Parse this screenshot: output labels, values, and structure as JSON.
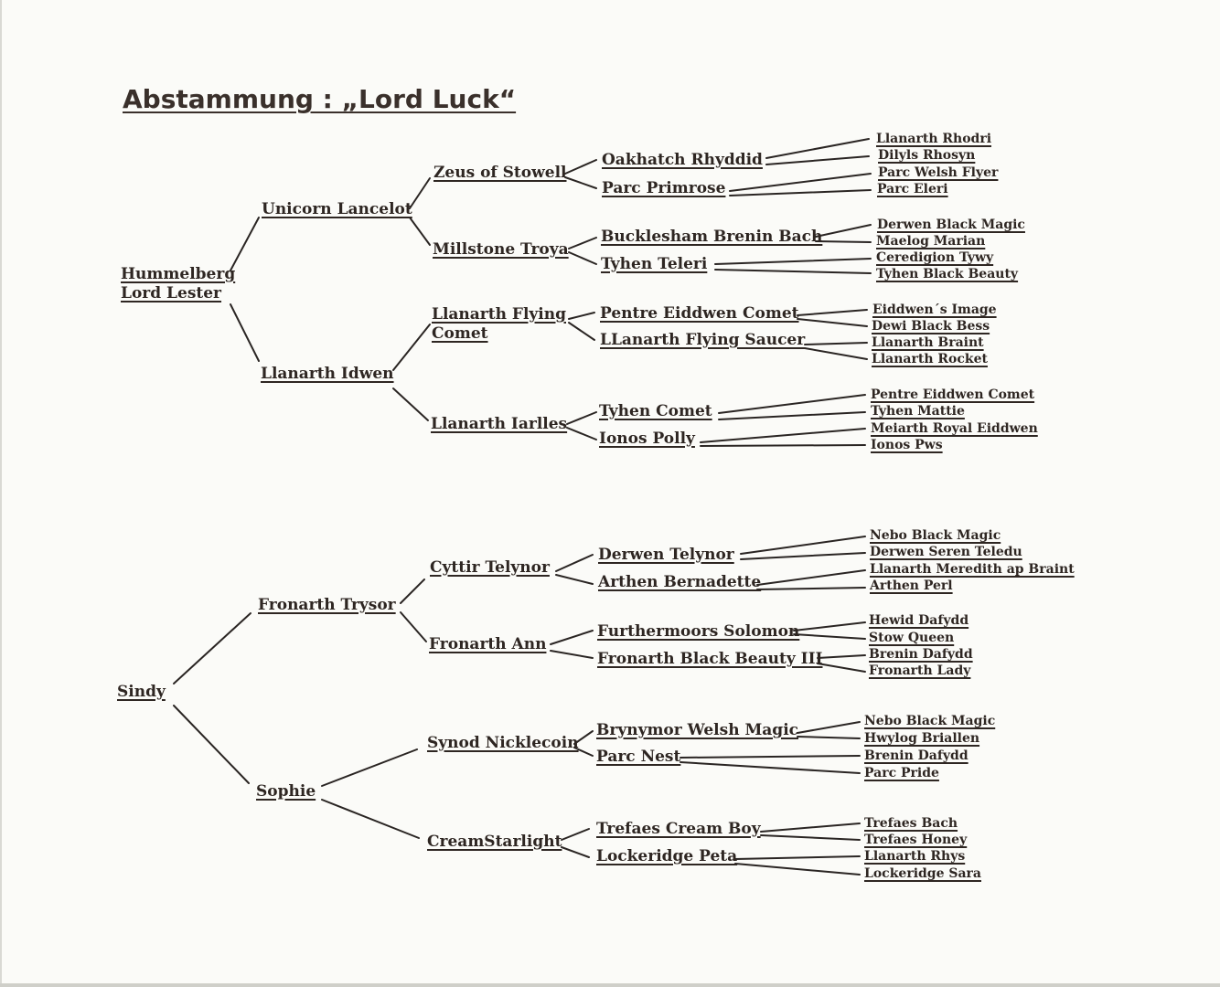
{
  "title": "Abstammung :   „Lord Luck“",
  "sire": {
    "name_line1": "Hummelberg",
    "name_line2": "Lord Lester",
    "sire": {
      "name": "Unicorn Lancelot",
      "sire": {
        "name": "Zeus of Stowell",
        "sire": {
          "name": "Oakhatch Rhyddid",
          "sire": "Llanarth Rhodri",
          "dam": "Dilyls Rhosyn"
        },
        "dam": {
          "name": "Parc Primrose",
          "sire": "Parc Welsh Flyer",
          "dam": "Parc Eleri"
        }
      },
      "dam": {
        "name": "Millstone Troya",
        "sire": {
          "name": "Bucklesham Brenin Bach",
          "sire": "Derwen Black Magic",
          "dam": "Maelog Marian"
        },
        "dam": {
          "name": "Tyhen Teleri",
          "sire": "Ceredigion Tywy",
          "dam": "Tyhen Black Beauty"
        }
      }
    },
    "dam": {
      "name": "Llanarth Idwen",
      "sire": {
        "name_line1": "Llanarth Flying",
        "name_line2": "Comet",
        "sire": {
          "name": "Pentre Eiddwen Comet",
          "sire": "Eiddwen´s Image",
          "dam": "Dewi Black Bess"
        },
        "dam": {
          "name": "LLanarth Flying Saucer",
          "sire": "Llanarth Braint",
          "dam": "Llanarth Rocket"
        }
      },
      "dam": {
        "name": "Llanarth Iarlles",
        "sire": {
          "name": "Tyhen Comet",
          "sire": "Pentre Eiddwen Comet",
          "dam": "Tyhen  Mattie"
        },
        "dam": {
          "name": "Ionos Polly",
          "sire": "Meiarth Royal Eiddwen",
          "dam": "Ionos  Pws"
        }
      }
    }
  },
  "dam": {
    "name": "Sindy",
    "sire": {
      "name": "Fronarth Trysor",
      "sire": {
        "name": "Cyttir Telynor",
        "sire": {
          "name": "Derwen Telynor",
          "sire": "Nebo Black Magic",
          "dam": "Derwen Seren Teledu"
        },
        "dam": {
          "name": "Arthen Bernadette",
          "sire": "Llanarth Meredith ap Braint",
          "dam": "Arthen Perl"
        }
      },
      "dam": {
        "name": "Fronarth Ann",
        "sire": {
          "name": "Furthermoors Solomon",
          "sire": "Hewid Dafydd",
          "dam": "Stow Queen"
        },
        "dam": {
          "name": "Fronarth Black Beauty III",
          "sire": "Brenin Dafydd",
          "dam": "Fronarth Lady"
        }
      }
    },
    "dam": {
      "name": "Sophie",
      "sire": {
        "name": "Synod Nicklecoin",
        "sire": {
          "name": "Brynymor Welsh Magic",
          "sire": "Nebo Black Magic",
          "dam": "Hwylog Briallen"
        },
        "dam": {
          "name": "Parc Nest",
          "sire": "Brenin Dafydd",
          "dam": "Parc Pride"
        }
      },
      "dam": {
        "name": "CreamStarlight",
        "sire": {
          "name": "Trefaes Cream Boy",
          "sire": "Trefaes Bach",
          "dam": "Trefaes Honey"
        },
        "dam": {
          "name": "Lockeridge Peta",
          "sire": "Llanarth Rhys",
          "dam": "Lockeridge Sara"
        }
      }
    }
  }
}
